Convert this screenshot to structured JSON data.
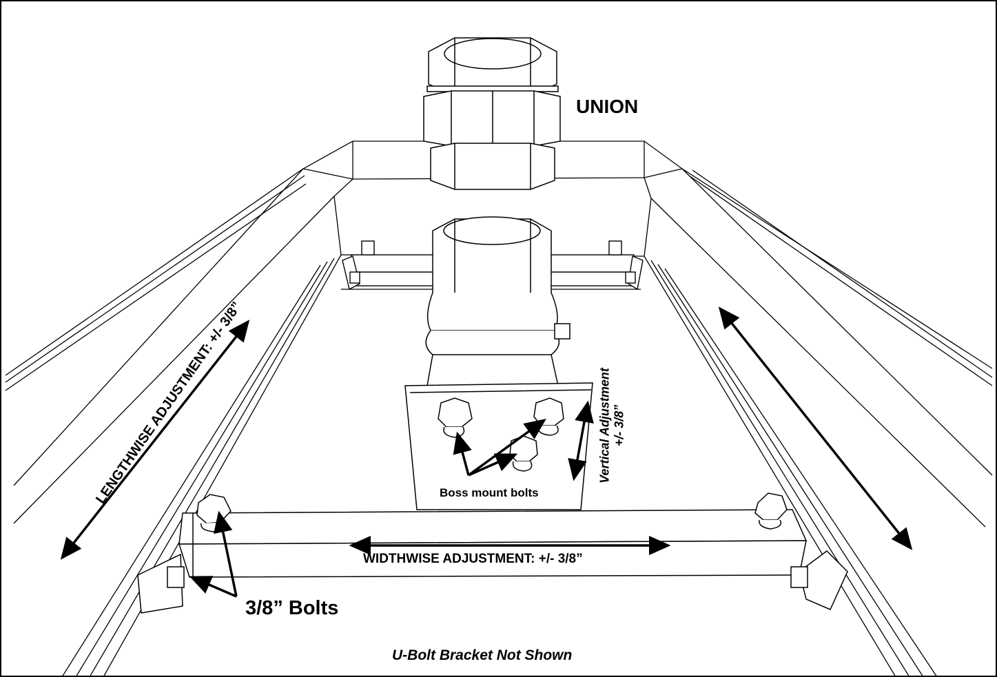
{
  "labels": {
    "union": "UNION",
    "boss_mount_bolts": "Boss mount bolts",
    "widthwise": "WIDTHWISE ADJUSTMENT: +/-  3/8”",
    "lengthwise": "LENGTHWISE ADJUSTMENT: +/-  3/8”",
    "vertical_line1": "Vertical Adjustment",
    "vertical_line2": "+/-  3/8”",
    "bolts": "3/8” Bolts",
    "ubolt_note": "U-Bolt Bracket Not Shown"
  },
  "colors": {
    "line": "#000000",
    "background": "#ffffff"
  }
}
